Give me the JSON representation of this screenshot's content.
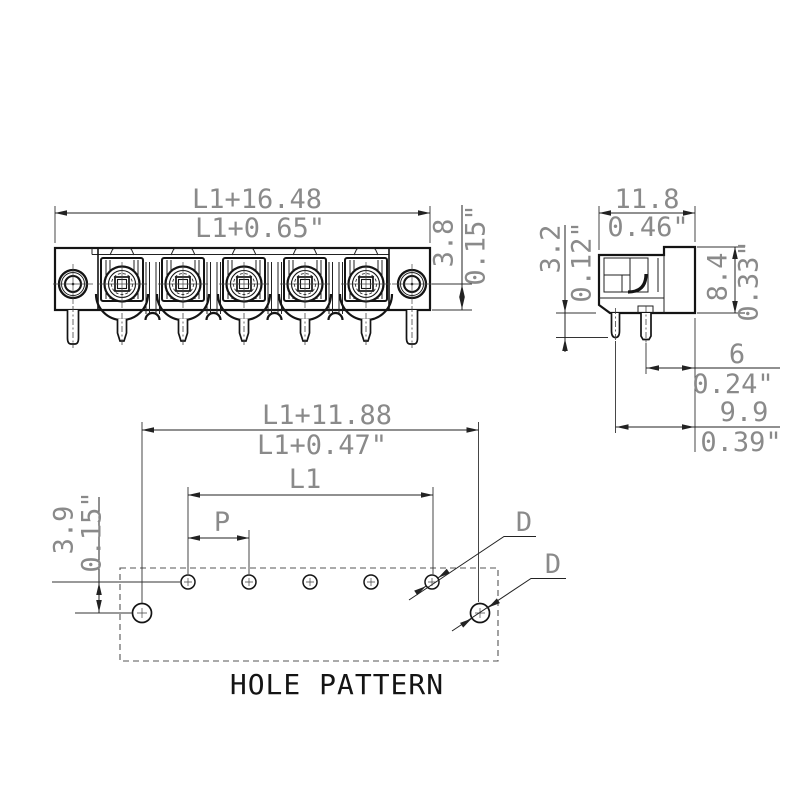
{
  "colors": {
    "line": "#141414",
    "dim_text": "#8a8a8a",
    "background": "#ffffff"
  },
  "drawing": {
    "front": {
      "width_mm": "L1+16.48",
      "width_in": "L1+0.65\"",
      "flange_height_mm": "3.8",
      "flange_height_in": "0.15\""
    },
    "side": {
      "width_mm": "11.8",
      "width_in": "0.46\"",
      "pin_length_mm": "3.2",
      "pin_length_in": "0.12\"",
      "height_mm": "8.4",
      "height_in": "0.33\"",
      "pin_to_edge_mm": "6",
      "pin_to_edge_in": "0.24\"",
      "depth_mm": "9.9",
      "depth_in": "0.39\""
    },
    "hole_pattern": {
      "title": "HOLE PATTERN",
      "span_mm": "L1+11.88",
      "span_in": "L1+0.47\"",
      "length_label": "L1",
      "pitch_label": "P",
      "row_offset_mm": "3.9",
      "row_offset_in": "0.15\"",
      "hole_dia_label_1": "D",
      "hole_dia_label_2": "D"
    }
  }
}
